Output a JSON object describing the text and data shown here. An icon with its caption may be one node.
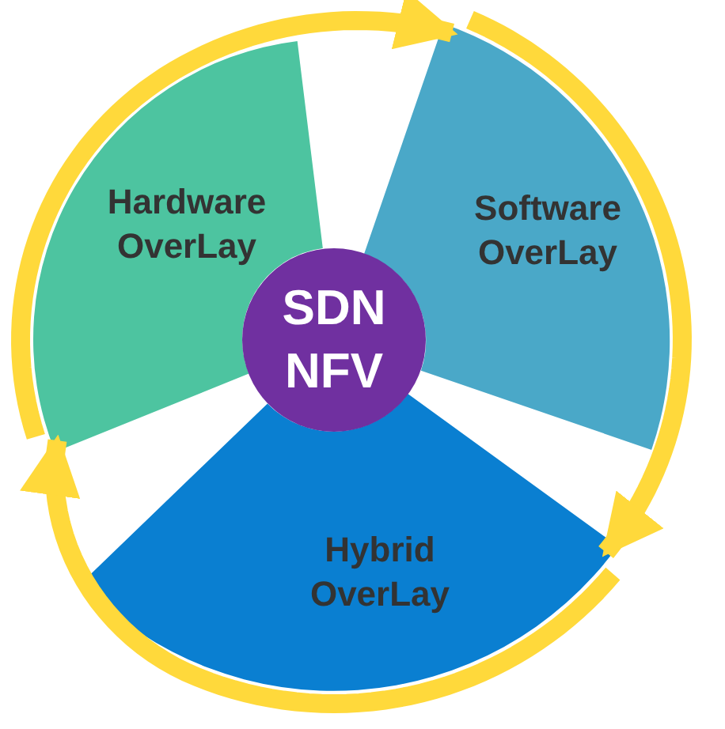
{
  "diagram": {
    "nodes": [
      {
        "text": [
          "Hardware OverLay"
        ]
      },
      {
        "text": [
          "Software OverLay"
        ]
      },
      {
        "text": [
          "SDN NFV"
        ]
      },
      {
        "text": [
          "Hybrid OverLay"
        ]
      }
    ],
    "edges": [
      {
        "from": 0,
        "to": 1,
        "arrow": "to",
        "color": "#ffd93b"
      },
      {
        "from": 1,
        "to": 3,
        "arrow": "to",
        "color": "#ffd93b"
      },
      {
        "from": 3,
        "to": 0,
        "arrow": "to",
        "color": "#ffd93b"
      }
    ]
  }
}
